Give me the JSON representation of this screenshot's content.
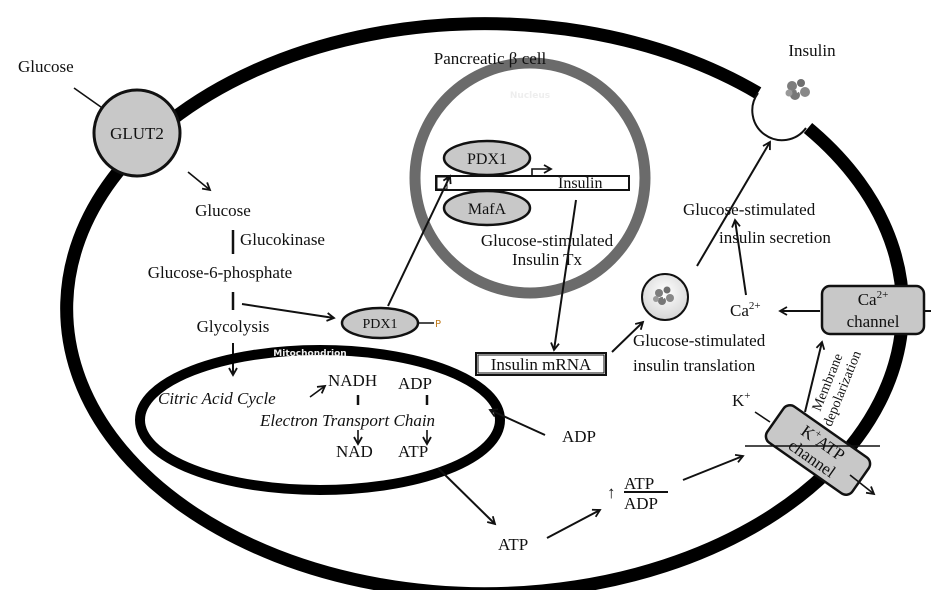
{
  "title": "Pancreatic β cell",
  "extracellular": {
    "glucose": "Glucose",
    "insulin": "Insulin"
  },
  "transporter": {
    "glut2": "GLUT2"
  },
  "pathway": {
    "glucose": "Glucose",
    "glucokinase": "Glucokinase",
    "glucose6p": "Glucose-6-phosphate",
    "glycolysis": "Glycolysis"
  },
  "nucleus": {
    "label": "Nucleus",
    "pdx1": "PDX1",
    "mafa": "MafA",
    "gene": "Insulin",
    "caption_line1": "Glucose-stimulated",
    "caption_line2": "Insulin Tx"
  },
  "pdx1_phospho": {
    "label": "PDX1",
    "phospho": "P"
  },
  "mitochondrion": {
    "label": "Mitochondrion",
    "citric_acid_cycle": "Citric Acid Cycle",
    "nadh": "NADH",
    "adp": "ADP",
    "etc": "Electron Transport Chain",
    "nad": "NAD",
    "atp": "ATP"
  },
  "cytoplasm": {
    "adp": "ADP",
    "atp": "ATP",
    "ratio_numerator": "ATP",
    "ratio_denominator": "ADP",
    "increase_arrow": "↑",
    "insulin_mrna": "Insulin mRNA",
    "translation_line1": "Glucose-stimulated",
    "translation_line2": "insulin translation",
    "secretion_line1": "Glucose-stimulated",
    "secretion_line2": "insulin secretion",
    "ca": "Ca",
    "ca_charge": "2+",
    "k": "K",
    "k_charge": "+"
  },
  "channels": {
    "ca_channel_line1": "Ca",
    "ca_channel_charge": "2+",
    "ca_channel_line2": "channel",
    "katp_line1_k": "K",
    "katp_line1_charge": "+",
    "katp_line1_rest": "ATP",
    "katp_line2": "channel",
    "depolarization_line1": "Membrane",
    "depolarization_line2": "depolarization"
  },
  "colors": {
    "membrane": "#000000",
    "protein_fill": "#c8c8c8",
    "nucleus_ring": "#6b6b6b",
    "phospho": "#c07a1a",
    "insulin_granule": "#8a8a8a"
  }
}
